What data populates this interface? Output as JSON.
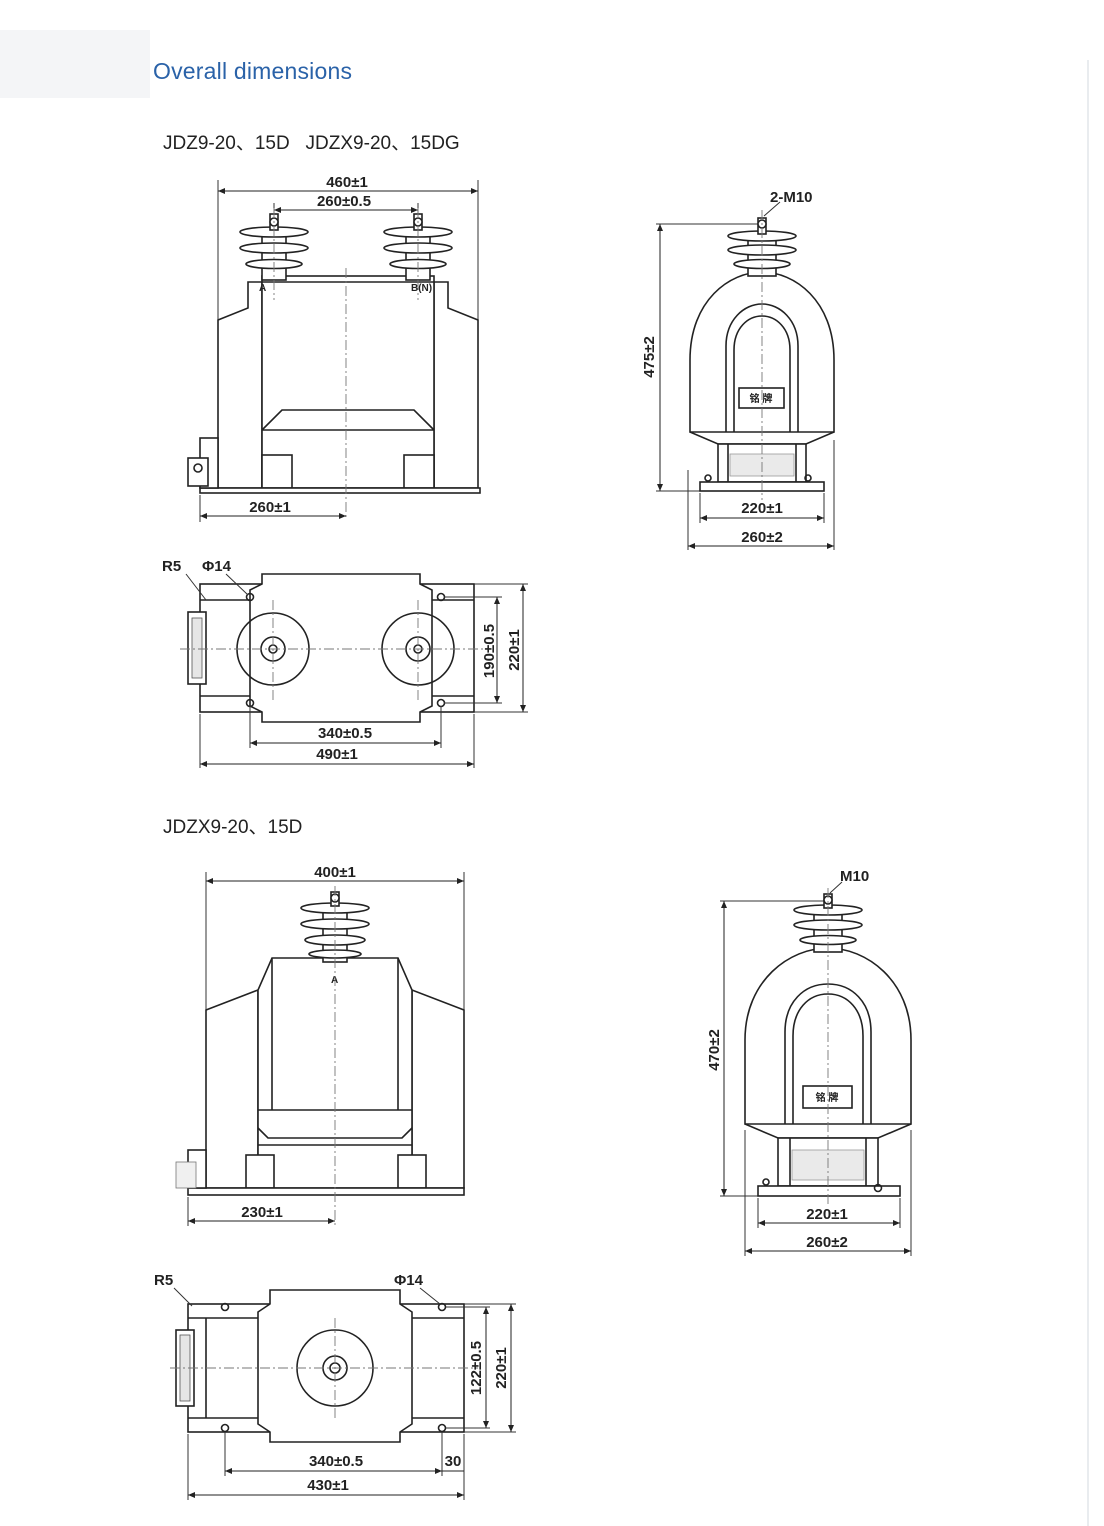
{
  "header": {
    "title": "Overall dimensions"
  },
  "models": {
    "first": "JDZ9-20、15D   JDZX9-20、15DG",
    "second": "JDZX9-20、15D"
  },
  "drawing1_front": {
    "overall_width": "460±1",
    "terminal_spacing": "260±0.5",
    "base_offset": "260±1",
    "terminal_a": "A",
    "terminal_b": "B(N)"
  },
  "drawing1_side": {
    "terminal": "2-M10",
    "height": "475±2",
    "base_inner": "220±1",
    "base_outer": "260±2",
    "nameplate": "铭 牌"
  },
  "drawing1_top": {
    "radius": "R5",
    "hole": "Φ14",
    "hole_spacing_y": "190±0.5",
    "depth": "220±1",
    "hole_spacing_x": "340±0.5",
    "length": "490±1"
  },
  "drawing2_front": {
    "overall_width": "400±1",
    "base_offset": "230±1",
    "terminal_a": "A"
  },
  "drawing2_side": {
    "terminal": "M10",
    "height": "470±2",
    "base_inner": "220±1",
    "base_outer": "260±2",
    "nameplate": "铭 牌"
  },
  "drawing2_top": {
    "radius": "R5",
    "hole": "Φ14",
    "hole_spacing_y": "122±0.5",
    "depth": "220±1",
    "hole_spacing_x": "340±0.5",
    "edge_offset": "30",
    "length": "430±1"
  }
}
